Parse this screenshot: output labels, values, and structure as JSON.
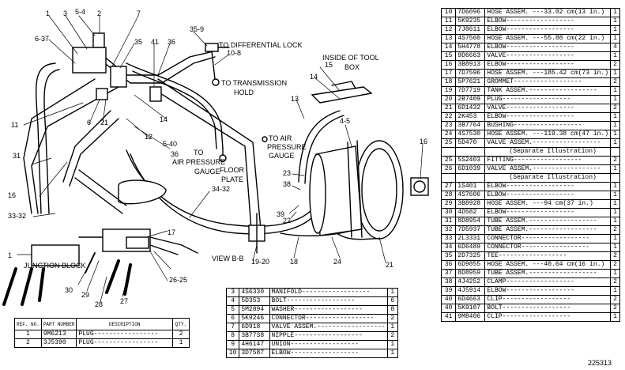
{
  "diagram": {
    "callouts": [
      "1",
      "3",
      "5-4",
      "2",
      "7",
      "6-37",
      "35",
      "41",
      "36",
      "35-9",
      "10-8",
      "15",
      "14",
      "13",
      "4-5",
      "16",
      "11",
      "6",
      "21",
      "14",
      "12",
      "31",
      "5-40",
      "36",
      "16",
      "33-32",
      "34-32",
      "23",
      "38",
      "39",
      "22",
      "21",
      "17",
      "1",
      "30",
      "29",
      "28",
      "27",
      "26-25",
      "24",
      "19-20",
      "18",
      "14"
    ],
    "texts": {
      "to_diff_lock": "TO DIFFERENTIAL LOCK",
      "to_trans_hold_1": "TO TRANSMISSION",
      "to_trans_hold_2": "HOLD",
      "inside_tool_box_1": "INSIDE OF TOOL",
      "inside_tool_box_2": "BOX",
      "to_air_pressure_gauge_1": "TO AIR",
      "to_air_pressure_gauge_2": "PRESSURE",
      "to_air_pressure_gauge_3": "GAUGE",
      "to_label": "TO",
      "air_pressure_gauge": "AIR PRESSURE",
      "gauge": "GAUGE",
      "floor_1": "FLOOR",
      "floor_2": "PLATE",
      "view_bb": "VIEW B-B",
      "junction_block": "JUNCTION BLOCK"
    }
  },
  "right_table": [
    {
      "ref": "10",
      "pn": "7D6096",
      "desc": "HOSE ASSEM. ---33.02 cm(13 in.)",
      "qty": "1"
    },
    {
      "ref": "11",
      "pn": "5K9235",
      "desc": "ELBOW",
      "qty": "1"
    },
    {
      "ref": "12",
      "pn": "7J8611",
      "desc": "ELBOW",
      "qty": "1"
    },
    {
      "ref": "13",
      "pn": "4S7560",
      "desc": "HOSE ASSEM. ---55.88 cm(22 in.)",
      "qty": "1"
    },
    {
      "ref": "14",
      "pn": "5H4778",
      "desc": "ELBOW",
      "qty": "4"
    },
    {
      "ref": "15",
      "pn": "9D6663",
      "desc": "VALVE",
      "qty": "1"
    },
    {
      "ref": "16",
      "pn": "3B8913",
      "desc": "ELBOW",
      "qty": "2"
    },
    {
      "ref": "17",
      "pn": "7D7596",
      "desc": "HOSE ASSEM. ---185.42 cm(73 in.)",
      "qty": "1"
    },
    {
      "ref": "18",
      "pn": "5P7621",
      "desc": "GROMMET",
      "qty": "2"
    },
    {
      "ref": "19",
      "pn": "7D7719",
      "desc": "TANK ASSEM.",
      "qty": "1"
    },
    {
      "ref": "20",
      "pn": "2B7409",
      "desc": "PLUG",
      "qty": "1"
    },
    {
      "ref": "21",
      "pn": "6D1432",
      "desc": "VALVE",
      "qty": "2"
    },
    {
      "ref": "22",
      "pn": "2K453",
      "desc": "ELBOW",
      "qty": "1"
    },
    {
      "ref": "23",
      "pn": "3B7764",
      "desc": "BUSHING",
      "qty": "1"
    },
    {
      "ref": "24",
      "pn": "4S7530",
      "desc": "HOSE ASSEM. ---119.38 cm(47 in.)",
      "qty": "1"
    },
    {
      "ref": "25",
      "pn": "5D470",
      "desc": "VALVE ASSEM.",
      "qty": "1"
    },
    {
      "ref": "",
      "pn": "",
      "desc": "(Separate Illustration)",
      "qty": "",
      "sub": true
    },
    {
      "ref": "25",
      "pn": "5S2403",
      "desc": "FITTING",
      "qty": "2"
    },
    {
      "ref": "26",
      "pn": "6D1039",
      "desc": "VALVE ASSEM.",
      "qty": "1"
    },
    {
      "ref": "",
      "pn": "",
      "desc": "(Separate Illustration)",
      "qty": "",
      "sub": true
    },
    {
      "ref": "27",
      "pn": "1S401",
      "desc": "ELBOW",
      "qty": "1"
    },
    {
      "ref": "28",
      "pn": "4S7606",
      "desc": "ELBOW",
      "qty": "1"
    },
    {
      "ref": "29",
      "pn": "3B8928",
      "desc": "HOSE ASSEM. ---94 cm(37 in.)",
      "qty": "1"
    },
    {
      "ref": "30",
      "pn": "4D582",
      "desc": "ELBOW",
      "qty": "1"
    },
    {
      "ref": "31",
      "pn": "8D8954",
      "desc": "TUBE ASSEM.",
      "qty": "1"
    },
    {
      "ref": "32",
      "pn": "7D5937",
      "desc": "TUBE ASSEM.",
      "qty": "2"
    },
    {
      "ref": "33",
      "pn": "2L3331",
      "desc": "CONNECTOR",
      "qty": "1"
    },
    {
      "ref": "34",
      "pn": "6D6489",
      "desc": "CONNECTOR",
      "qty": "1"
    },
    {
      "ref": "35",
      "pn": "2D7325",
      "desc": "TEE",
      "qty": "2"
    },
    {
      "ref": "36",
      "pn": "6D9855",
      "desc": "HOSE ASSEM. ---40.64 cm(16 in.)",
      "qty": "2"
    },
    {
      "ref": "37",
      "pn": "8D8959",
      "desc": "TUBE ASSEM.",
      "qty": "1"
    },
    {
      "ref": "38",
      "pn": "4J4252",
      "desc": "CLAMP",
      "qty": "2"
    },
    {
      "ref": "39",
      "pn": "4J5914",
      "desc": "ELBOW",
      "qty": "1"
    },
    {
      "ref": "40",
      "pn": "6D4663",
      "desc": "CLIP",
      "qty": "2"
    },
    {
      "ref": "40",
      "pn": "5K9107",
      "desc": "BOLT",
      "qty": "2"
    },
    {
      "ref": "41",
      "pn": "9M8406",
      "desc": "CLIP",
      "qty": "1"
    }
  ],
  "bottom_left_table": {
    "headers": [
      "REF. NO.",
      "PART NUMBER",
      "DESCRIPTION",
      "QTY."
    ],
    "rows": [
      {
        "ref": "1",
        "pn": "9M6213",
        "desc": "PLUG",
        "qty": "2"
      },
      {
        "ref": "2",
        "pn": "3J5390",
        "desc": "PLUG",
        "qty": "1"
      }
    ]
  },
  "bottom_mid_table": [
    {
      "ref": "3",
      "pn": "4S6330",
      "desc": "MANIFOLD",
      "qty": "1"
    },
    {
      "ref": "4",
      "pn": "5D353",
      "desc": "BOLT",
      "qty": "6"
    },
    {
      "ref": "5",
      "pn": "5M2894",
      "desc": "WASHER",
      "qty": "8"
    },
    {
      "ref": "6",
      "pn": "5K9246",
      "desc": "CONNECTOR",
      "qty": "2"
    },
    {
      "ref": "7",
      "pn": "6D918",
      "desc": "VALVE ASSEM.",
      "qty": "1"
    },
    {
      "ref": "8",
      "pn": "3B7738",
      "desc": "NIPPLE",
      "qty": "2"
    },
    {
      "ref": "9",
      "pn": "4H6147",
      "desc": "UNION",
      "qty": "1"
    },
    {
      "ref": "10",
      "pn": "3D7587",
      "desc": "ELBOW",
      "qty": "1"
    }
  ],
  "catalog_number": "225313"
}
